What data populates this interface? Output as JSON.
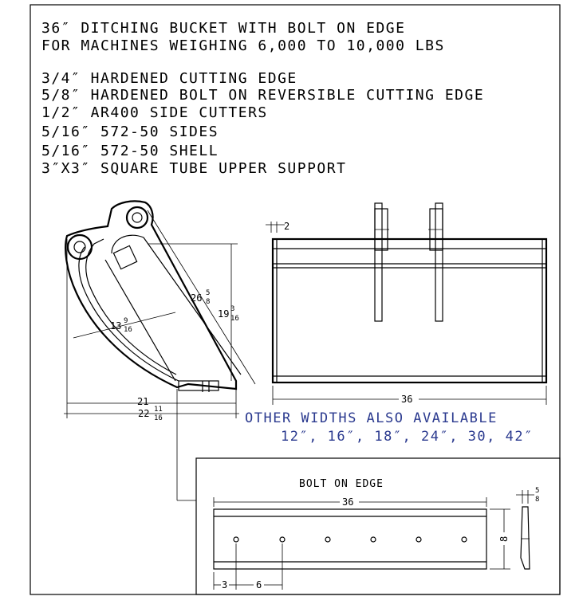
{
  "title": {
    "line1": "36″ DITCHING BUCKET WITH BOLT ON EDGE",
    "line2": "FOR MACHINES WEIGHING 6,000 TO 10,000 LBS"
  },
  "specs": [
    "3/4″ HARDENED CUTTING EDGE",
    "5/8″ HARDENED BOLT ON REVERSIBLE CUTTING EDGE",
    "1/2″ AR400 SIDE CUTTERS",
    "5/16″ 572-50 SIDES",
    "5/16″ 572-50 SHELL",
    "3″X3″ SQUARE  TUBE UPPER SUPPORT"
  ],
  "side_view": {
    "dim_26": "26",
    "dim_26_frac_n": "5",
    "dim_26_frac_d": "8",
    "dim_19": "19",
    "dim_19_frac_n": "3",
    "dim_19_frac_d": "16",
    "dim_13": "13",
    "dim_13_frac_n": "9",
    "dim_13_frac_d": "16",
    "dim_21": "21",
    "dim_22": "22",
    "dim_22_frac_n": "11",
    "dim_22_frac_d": "16"
  },
  "front_view": {
    "dim_top": "2",
    "dim_width": "36"
  },
  "availability": {
    "line1": "OTHER WIDTHS ALSO AVAILABLE",
    "line2": "12″, 16″, 18″, 24″, 30, 42″",
    "color": "#2b3a8f"
  },
  "bolt_on_edge": {
    "title": "BOLT ON EDGE",
    "dim_length": "36",
    "dim_height": "8",
    "dim_thickness_n": "5",
    "dim_thickness_d": "8",
    "dim_offset": "3",
    "dim_spacing": "6"
  }
}
